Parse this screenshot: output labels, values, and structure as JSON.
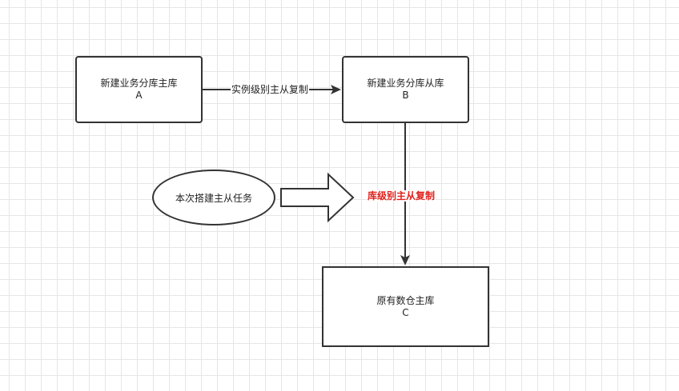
{
  "nodes": {
    "a": {
      "title": "新建业务分库主库",
      "letter": "A"
    },
    "b": {
      "title": "新建业务分库从库",
      "letter": "B"
    },
    "c": {
      "title": "原有数仓主库",
      "letter": "C"
    },
    "task": {
      "label": "本次搭建主从任务"
    }
  },
  "edges": {
    "instance_replication": "实例级别主从复制",
    "database_replication": "库级别主从复制"
  },
  "colors": {
    "stroke": "#333333",
    "highlight_label": "#e0201b",
    "grid": "#e6e6e6"
  }
}
